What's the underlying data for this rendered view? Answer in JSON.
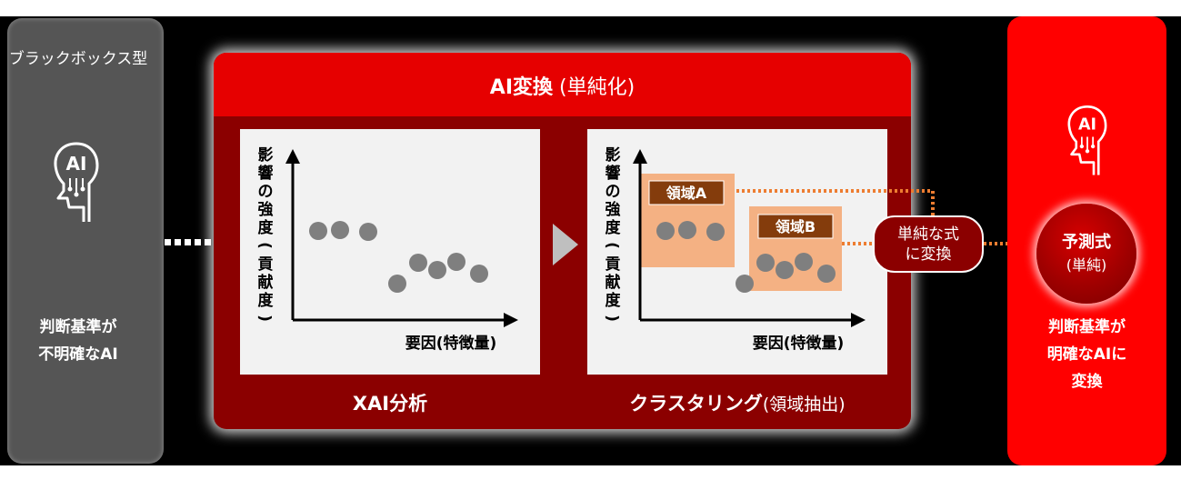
{
  "left_panel": {
    "title": "ブラックボックス型",
    "description_lines": [
      "判断基準が",
      "不明確なAI"
    ],
    "icon": "ai-head-icon"
  },
  "center_panel": {
    "title_bold": "AI変換",
    "title_normal": " (単純化)",
    "chart1": {
      "y_axis_label": "影響の強度(貢献度)",
      "x_axis_label": "要因(特徴量)",
      "bottom_label": "XAI分析"
    },
    "chart2": {
      "y_axis_label": "影響の強度(貢献度)",
      "x_axis_label": "要因(特徴量)",
      "region_a": "領域A",
      "region_b": "領域B",
      "bottom_label_bold": "クラスタリング",
      "bottom_label_normal": "(領域抽出)"
    }
  },
  "convert_bubble": {
    "lines": [
      "単純な式",
      "に変換"
    ]
  },
  "right_panel": {
    "icon": "ai-head-icon",
    "formula_title": "予測式",
    "formula_sub": "(単純)",
    "description_lines": [
      "判断基準が",
      "明確なAIに",
      "変換"
    ]
  },
  "colors": {
    "black": "#000000",
    "dark_gray": "#555555",
    "red": "#E60000",
    "dark_red": "#8B0000",
    "bright_red": "#FF0000",
    "orange_box": "#F4B183",
    "orange_line": "#ED7D31",
    "label_brown": "#843C0C",
    "point_gray": "#7F7F7F"
  }
}
